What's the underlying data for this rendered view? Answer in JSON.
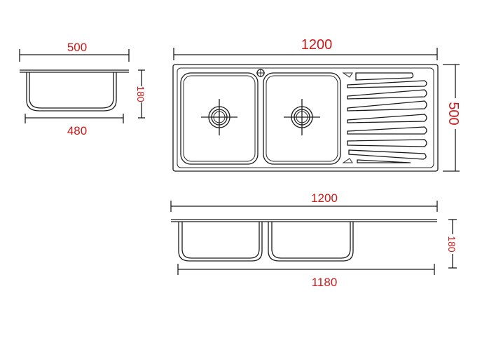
{
  "dimensions": {
    "side_top_width": "500",
    "side_bottom_width": "480",
    "side_depth": "180",
    "top_length": "1200",
    "top_width": "500",
    "front_length": "1200",
    "front_inner_length": "1180",
    "front_depth": "180"
  },
  "colors": {
    "dimension_text": "#cc1a1a",
    "line": "#1a1a1a",
    "background": "#ffffff"
  }
}
